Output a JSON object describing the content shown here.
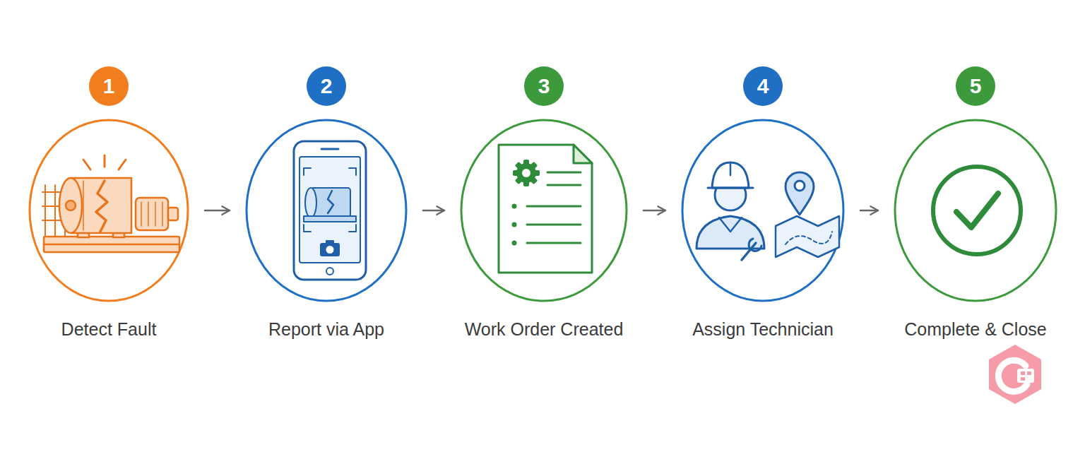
{
  "diagram": {
    "nodes": [
      {
        "text": [
          "1",
          "Detect Fault"
        ]
      },
      {
        "text": [
          "2",
          "Report via App"
        ]
      },
      {
        "text": [
          "3",
          "Work Order Created"
        ]
      },
      {
        "text": [
          "4",
          "Assign Technician"
        ]
      },
      {
        "text": [
          "5",
          "Complete & Close"
        ]
      }
    ],
    "edges": [
      {
        "from": 0,
        "to": 1,
        "arrow": "to"
      },
      {
        "from": 1,
        "to": 2,
        "arrow": "to"
      },
      {
        "from": 2,
        "to": 3,
        "arrow": "to"
      },
      {
        "from": 3,
        "to": 4,
        "arrow": "to"
      }
    ]
  }
}
